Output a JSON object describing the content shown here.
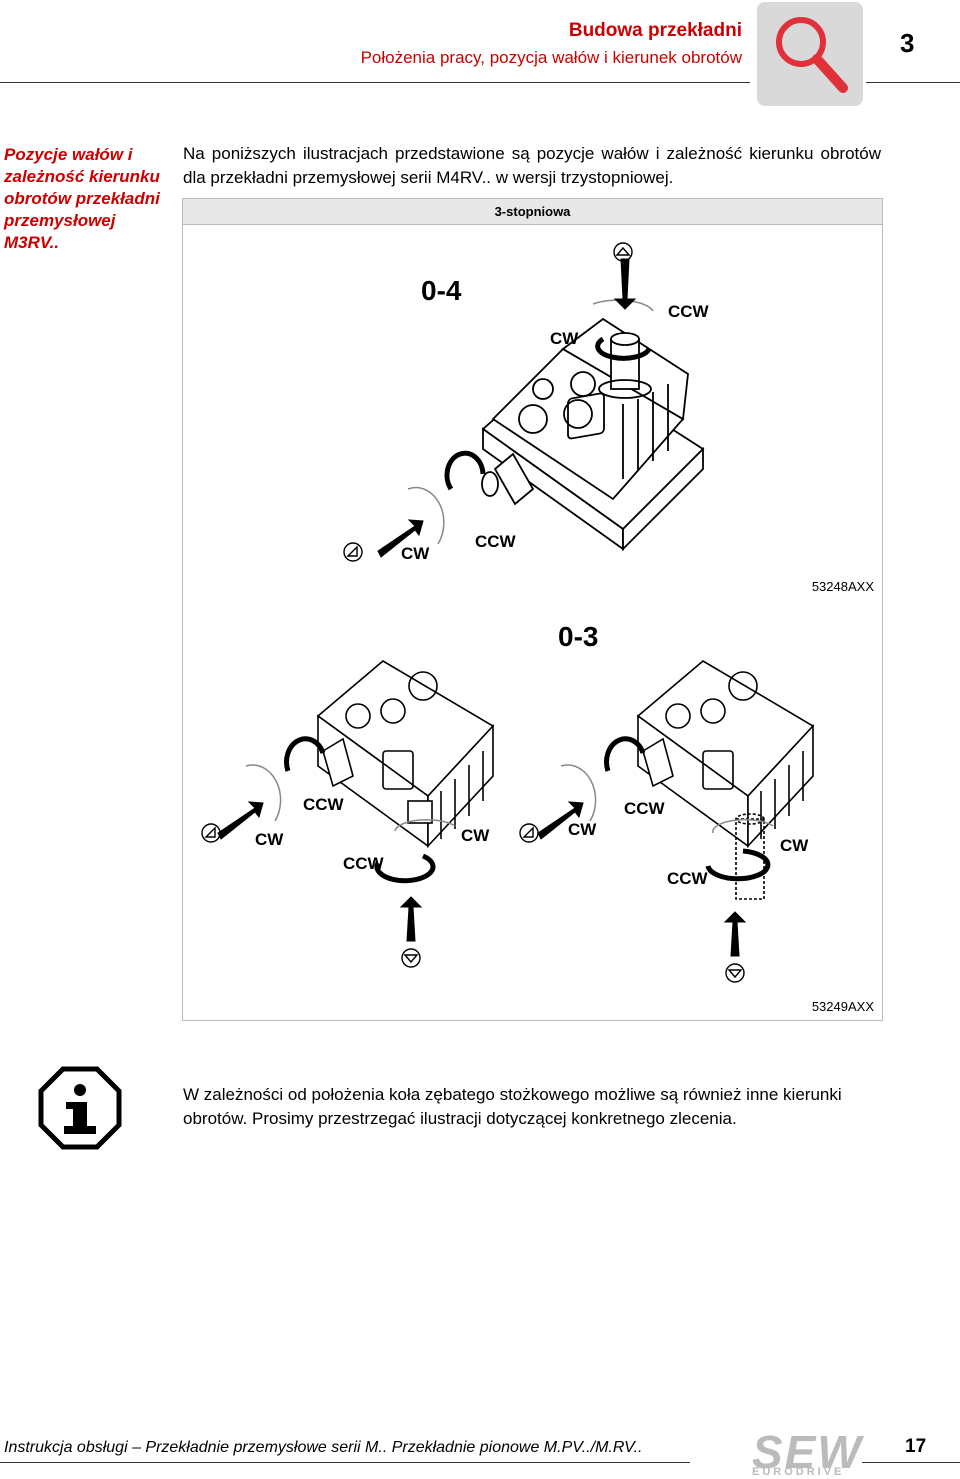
{
  "header": {
    "title": "Budowa przekładni",
    "subtitle": "Położenia pracy, pozycja wałów i kierunek obrotów",
    "chapter": "3"
  },
  "sidebar": {
    "heading": "Pozycje wałów i zależność kierunku obrotów przekładni przemysłowej M3RV.."
  },
  "intro": "Na poniższych ilustracjach przedstawione są pozycje wałów i zależność kierunku obrotów dla przekładni przemysłowej serii M4RV.. w wersji trzystopniowej.",
  "figure1": {
    "caption": "3-stopniowa",
    "position": "0-4",
    "labels": {
      "top_cw": "CW",
      "top_ccw": "CCW",
      "bot_cw": "CW",
      "bot_ccw": "CCW"
    },
    "code": "53248AXX"
  },
  "figure2": {
    "position": "0-3",
    "left": {
      "in_cw": "CW",
      "in_ccw": "CCW",
      "out_ccw": "CCW",
      "out_cw": "CW"
    },
    "right": {
      "in_cw": "CW",
      "in_ccw": "CCW",
      "out_ccw": "CCW",
      "out_cw": "CW"
    },
    "code": "53249AXX"
  },
  "info": "W zależności od położenia koła zębatego stożkowego możliwe są również inne kierunki obrotów. Prosimy przestrzegać ilustracji dotyczącej konkretnego zlecenia.",
  "footer": {
    "text": "Instrukcja obsługi – Przekładnie przemysłowe serii M.. Przekładnie pionowe M.PV../M.RV..",
    "logo_main": "SEW",
    "logo_sub": "EURODRIVE",
    "page": "17"
  }
}
